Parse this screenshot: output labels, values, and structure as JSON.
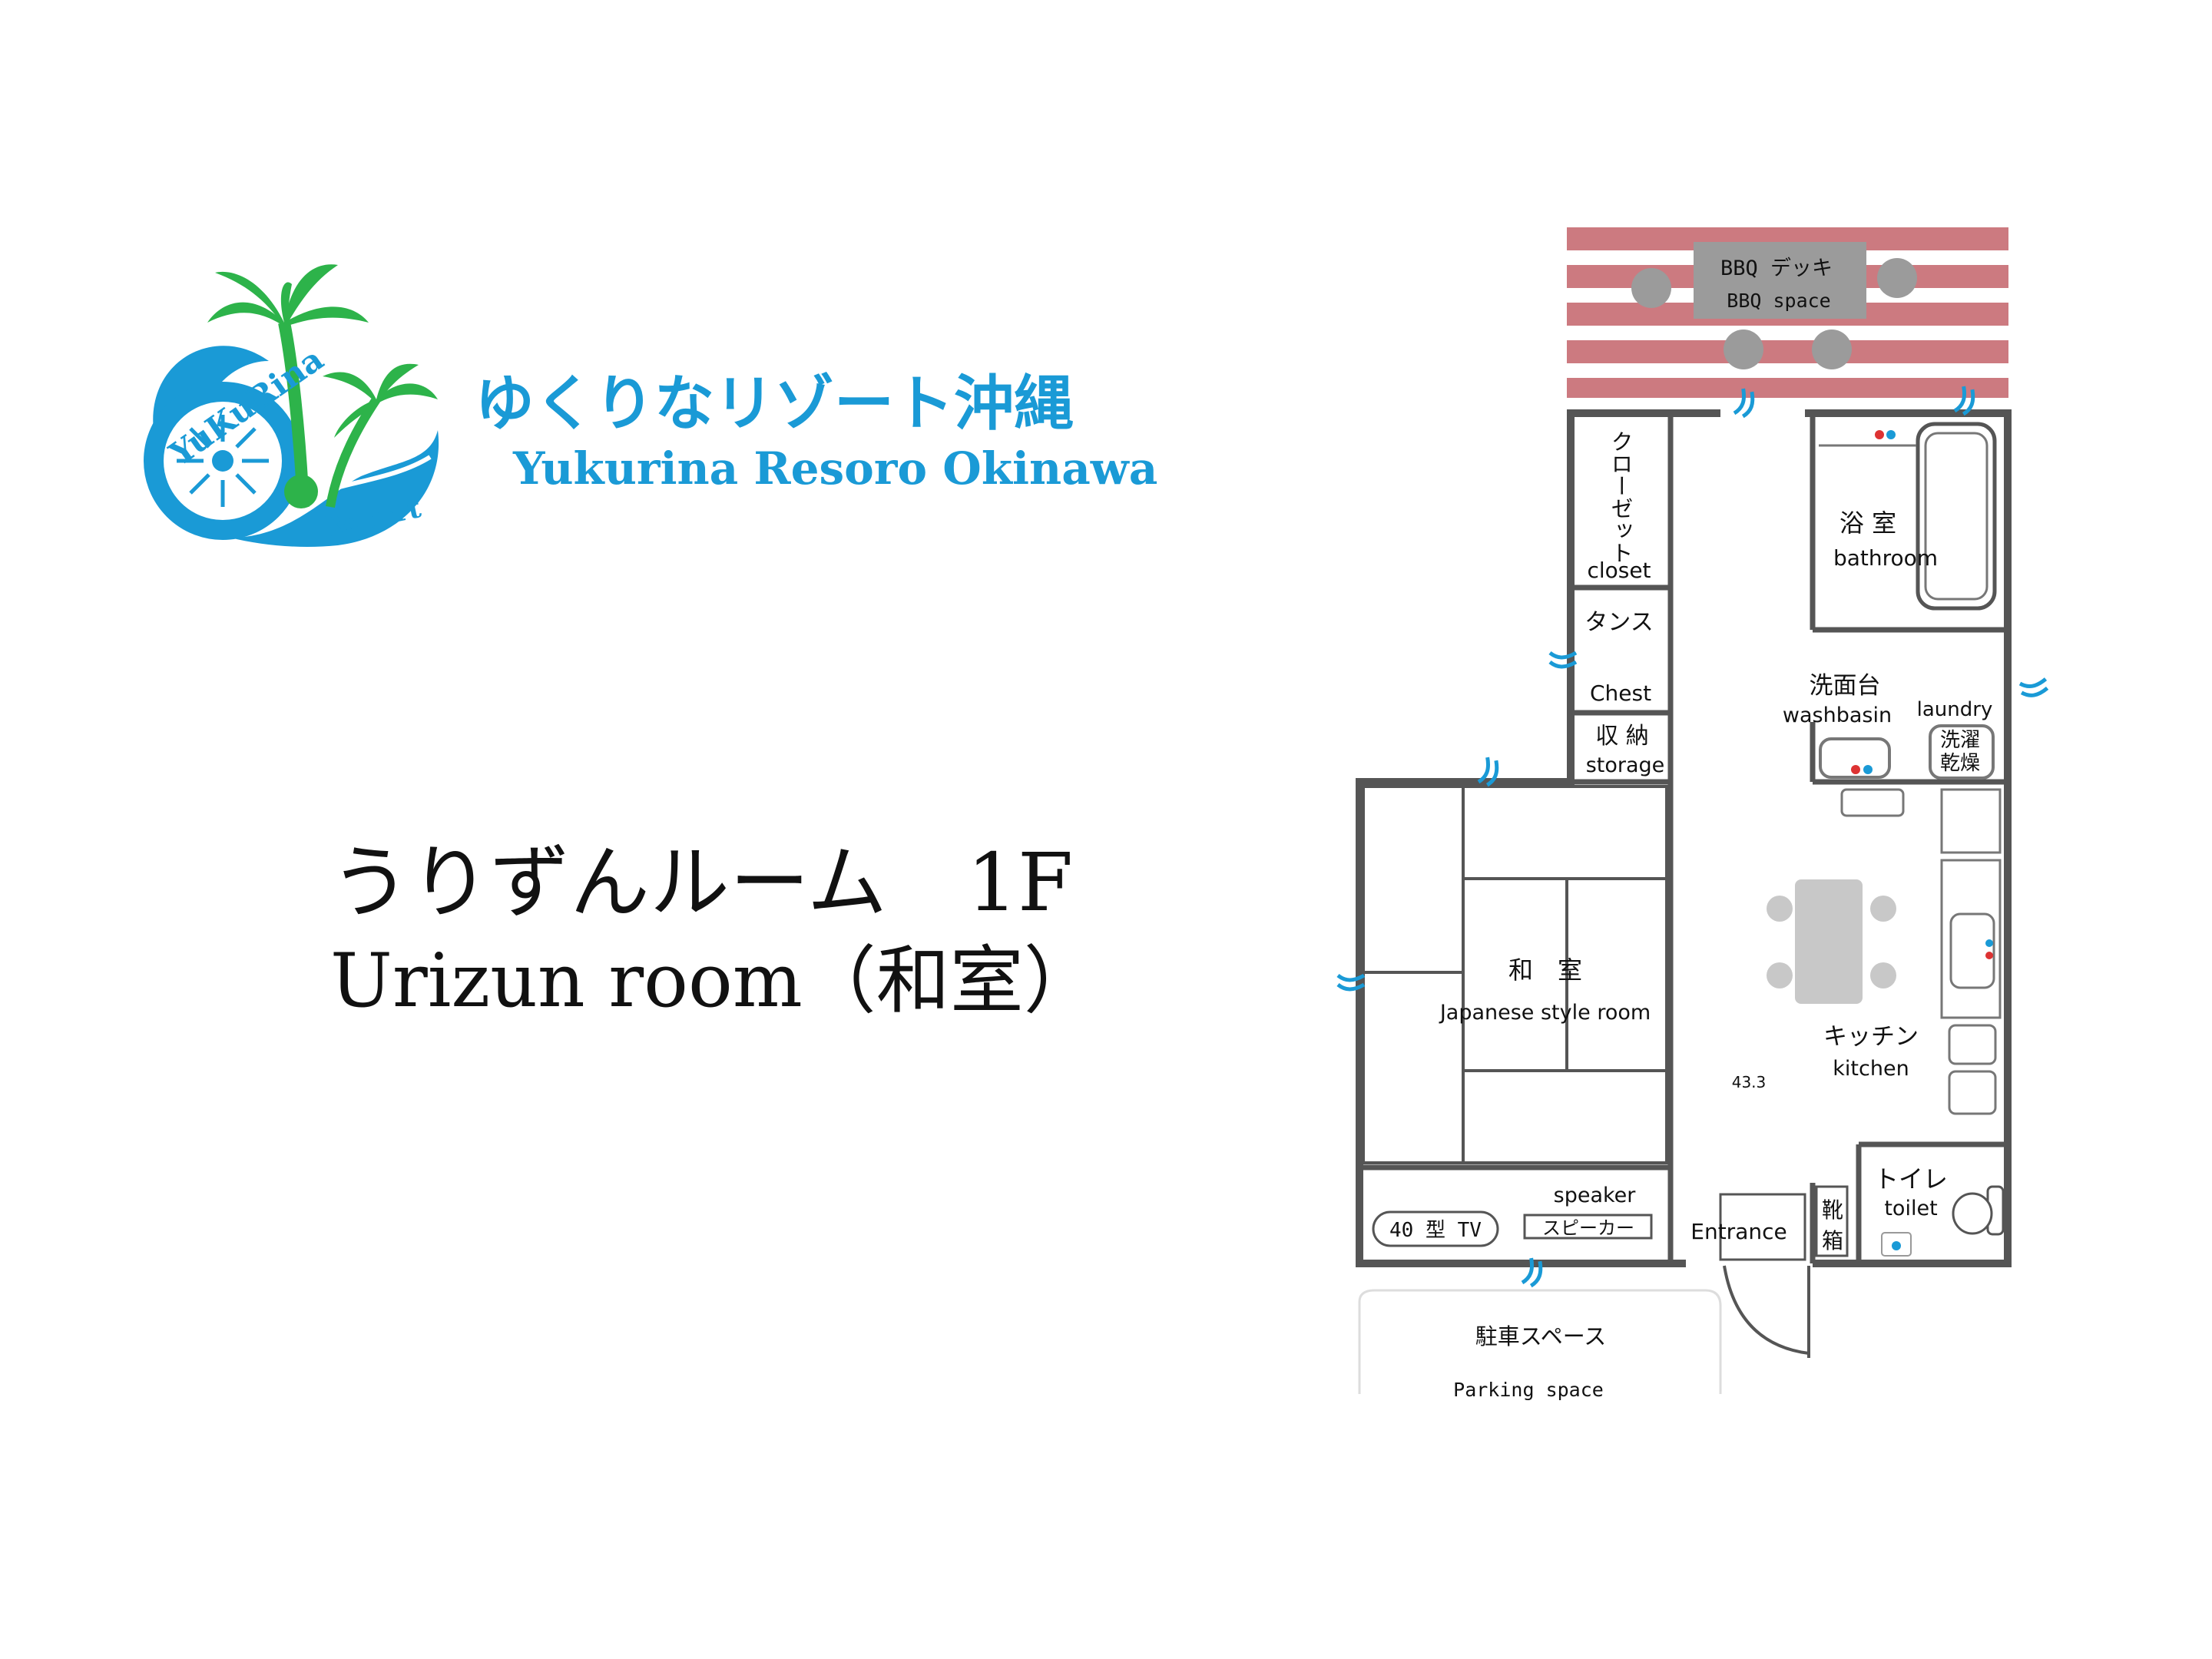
{
  "brand": {
    "name_jp": "ゆくりなリゾート沖縄",
    "name_en": "Yukurina Resoro Okinawa",
    "logo_text_top": "YuKuRina",
    "logo_text_bottom": "Resort",
    "color_blue": "#1a9ad6",
    "color_green": "#2db34a"
  },
  "title": {
    "jp": "うりずんルーム　1F",
    "en": "Urizun room（和室）"
  },
  "floorplan": {
    "bbq_jp": "BBQ デッキ",
    "bbq_en": "BBQ space",
    "closet_jp": "クローゼット",
    "closet_en": "closet",
    "chest_jp": "タンス",
    "chest_en": "Chest",
    "storage_jp": "収 納",
    "storage_en": "storage",
    "bathroom_jp": "浴 室",
    "bathroom_en": "bathroom",
    "washbasin_jp": "洗面台",
    "washbasin_en": "washbasin",
    "laundry_en": "laundry",
    "laundry_jp_1": "洗濯",
    "laundry_jp_2": "乾燥",
    "washitsu_jp": "和　室",
    "washitsu_en": "Japanese style room",
    "kitchen_jp": "キッチン",
    "kitchen_en": "kitchen",
    "area_value": "43.3",
    "speaker_en": "speaker",
    "speaker_jp": "スピーカー",
    "tv_label": "40 型 TV",
    "entrance_en": "Entrance",
    "shoebox_jp_1": "靴",
    "shoebox_jp_2": "箱",
    "toilet_jp": "トイレ",
    "toilet_en": "toilet",
    "parking_jp": "駐車スペース",
    "parking_en": "Parking space",
    "deck_color": "#cc7a80",
    "wall_color": "#555555"
  }
}
